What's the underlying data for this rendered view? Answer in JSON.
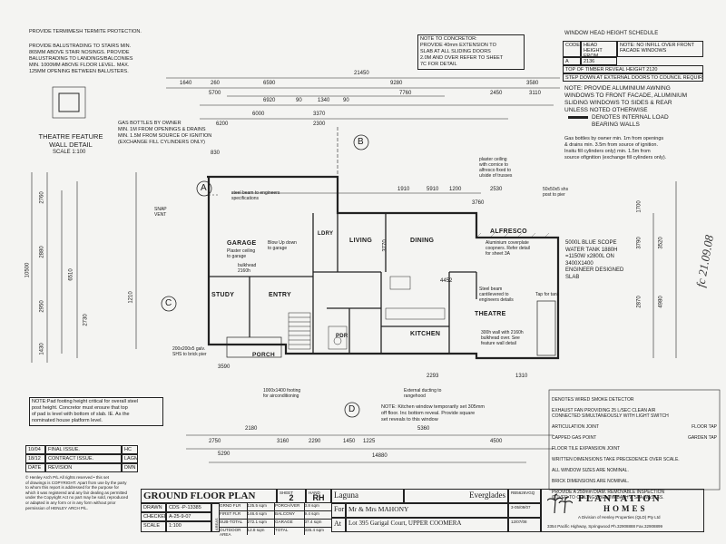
{
  "notes": {
    "termite": "PROVIDE TERMIMESH TERMITE PROTECTION.",
    "balustrade": "PROVIDE BALUSTRADING TO STAIRS MIN.\n865MM ABOVE STAIR NOSINGS. PROVIDE\nBALUSTRADING TO LANDINGS/BALCONIES\nMIN. 1000MM ABOVE FLOOR LEVEL. MAX.\n125MM OPENING BETWEEN BALUSTERS.",
    "concretor": "NOTE TO CONCRETOR:\nPROVIDE 40mm EXTENSION TO\nSLAB AT ALL SLIDING DOORS\n2.0M AND OVER REFER TO SHEET\n7C FOR DETAIL",
    "gas_bottles": "GAS BOTTLES BY OWNER\nMIN. 1M FROM OPENINGS & DRAINS\nMIN. 1.5M FROM SOURCE OF IGNITION\n(EXCHANGE FILL CYLINDERS ONLY)",
    "awning": "NOTE: PROVIDE ALUMINIUM AWNING\nWINDOWS TO FRONT FACADE, ALUMINIUM\nSLIDING WINDOWS TO SIDES & REAR\nUNLESS NOTED OTHERWISE",
    "load_bearing": "DENOTES INTERNAL LOAD\nBEARING WALLS",
    "gas_right": "Gas bottles by owner min. 1m from openings\n& drains min. 3.5m from source of ignition.\nInsitu fill cylinders only) min. 1.5m from\nsource ofignition (exchange fill cylinders only).",
    "footing": "NOTE:Pad footing height critical for overall steel\npost height. Concretor must ensure that top\nof pad is level with bottom of slab. IE. As the\nnominated house platform level.",
    "kitchen": "NOTE: Kitchen window temporarily set 305mm\noff floor. Inc bottom reveal. Provide square\nset reveals to this window",
    "tank": "5000L BLUE SCOPE\nWATER TANK 1880H\n=1150W x2800L ON\n3400X1400\nENGINEER DESIGNED\nSLAB",
    "theatre_detail_title": "THEATRE FEATURE\nWALL DETAIL",
    "theatre_detail_scale": "SCALE 1:100",
    "copyright": "© Henley Arch P/L   All rights reserved • this set\nof drawings is COPYRIGHT. Apart from use by the party\nto whom this report is addressed for the purpose for\nwhich it was registered and any fair dealing as permitted\nunder the Copyright Act no part may be sold, reproduced\nor adapted in any form or in any form without prior\npermission of HENLEY ARCH P/L."
  },
  "window_schedule": {
    "title": "WINDOW HEAD HEIGHT SCHEDULE",
    "col_code": "CODE",
    "col_head": "HEAD HEIGHT\nFROM FLOOR",
    "col_note": "NOTE: NO INFILL OVER FRONT\nFACADE WINDOWS",
    "row_code": "A",
    "row_value": "2136",
    "timber_reveal": "TOP OF TIMBER REVEAL HEIGHT 2120",
    "step_down": "STEP DOWN AT EXTERNAL DOORS TO COUNCIL REQUIREMENTS"
  },
  "rooms": {
    "garage": "GARAGE",
    "study": "STUDY",
    "entry": "ENTRY",
    "porch": "PORCH",
    "living": "LIVING",
    "dining": "DINING",
    "alfresco": "ALFRESCO",
    "theatre": "THEATRE",
    "kitchen": "KITCHEN",
    "ldry": "LDRY",
    "pdr": "PDR"
  },
  "grid_markers": [
    "A",
    "B",
    "C",
    "D"
  ],
  "dims_top": {
    "overall": "21450",
    "a": "1640",
    "b": "260",
    "c": "6590",
    "d": "9280",
    "e": "3580",
    "f": "5700",
    "g": "7760",
    "h": "2450",
    "i": "3110",
    "j": "6920",
    "k": "90",
    "l": "1340",
    "m": "90",
    "n": "6000",
    "o": "3370",
    "p": "6200",
    "q": "2300",
    "r": "5910",
    "s": "2530",
    "t": "1200",
    "u": "830",
    "v": "1910",
    "w": "3760"
  },
  "dims_bottom": {
    "overall": "14880",
    "a": "2750",
    "b": "3160",
    "c": "2290",
    "d": "1450",
    "e": "1225",
    "f": "4500",
    "g": "5290",
    "h": "3590",
    "i": "2293",
    "j": "1310",
    "k": "5360",
    "l": "2180"
  },
  "dims_left": {
    "overall": "10500",
    "a": "2760",
    "b": "2880",
    "c": "2950",
    "d": "1430",
    "e": "6510",
    "f": "2730",
    "g": "1210"
  },
  "dims_right": {
    "a": "3520",
    "b": "3790",
    "c": "4980",
    "d": "2870",
    "e": "1700"
  },
  "annotations": {
    "steel_beam": "steel beam to engineers\nspecifications",
    "blow_up": "Blow Up down\nto garage",
    "plaster_ceiling": "Plaster ceiling\nto garage",
    "bulkhead_2160": "bulkhead\n2160h",
    "snap_vent": "SNAP\nVENT",
    "posts": "200x200x5 galv.\nSHS to brick pier",
    "footing_size": "1000x1400 footing\nfor airconditioning",
    "external_ducting": "External ducting to\nrangehood",
    "steel_beam_2": "Steel beam\ncantilevered to\nengineers details",
    "bulkhead_theatre": "300h wall with 2160h\nbulkhead over. See\nfeature wall detail",
    "plaster_cornice": "plaster ceiling\nwith cornice to\nalfresco fixed to\nu/side of trusses",
    "aluminium": "Aluminium coverplate\ncoopners. Refer detail\nfor sheet 3A",
    "post": "50x50x5 shs\npost to pier",
    "tap": "Tap for tank",
    "stud": "4452",
    "tank_dim": "3770"
  },
  "legend": {
    "smoke": "DENOTES WIRED SMOKE DETECTOR",
    "exhaust": "EXHAUST FAN PROVIDING 25 L/SEC CLEAN AIR\nCONNECTED SIMULTANEOUSLY WITH LIGHT SWITCH",
    "articulation": "ARTICULATION JOINT",
    "floor_tap": "FLOOR TAP",
    "capped_gas": "CAPPED GAS POINT",
    "garden_tap": "GARDEN TAP",
    "tile_expansion": "FLOOR TILE EXPANSION JOINT",
    "written_dims": "WRITTEN DIMENSIONS TAKE PRECEDENCE OVER SCALE.",
    "window_sizes": "ALL WINDOW SIZES ARE NOMINAL.",
    "brick_dims": "BRICK DIMENSIONS ARE NOMINAL.",
    "removable": "PROVIDE A 250mm DIAM. REMOVABLE INSPECTION\nCOVER TO CEILINGS BELOW BATH & SPA WASTES."
  },
  "issues": {
    "rows": [
      {
        "date": "10/04",
        "label": "FINAL ISSUE.",
        "by": "HC"
      },
      {
        "date": "18/12",
        "label": "CONTRACT ISSUE.",
        "by": "LAGM"
      }
    ],
    "col_date": "DATE",
    "col_rev": "REVISION",
    "col_dmn": "DMN"
  },
  "title_block": {
    "plan_title": "GROUND FLOOR PLAN",
    "sheet_label": "SHEET",
    "sheet_no": "2",
    "hand_label": "HAND",
    "hand": "RH",
    "design": "Laguna",
    "facade": "Everglades",
    "for_label": "For",
    "client": "Mr & Mrs MAHONY",
    "at_label": "At",
    "address": "Lot 395 Garigal Court, UPPER COOMERA",
    "drawn_label": "DRAWN",
    "drawn": "CDS -P-13385",
    "checked_label": "CHECKED",
    "checked": "A-25-9-07",
    "scale_label": "SCALE",
    "scale": "1:100",
    "areas_label": "AREAS",
    "area_rows": [
      {
        "k": "GRND FLR",
        "v": "125.5 sqm",
        "k2": "PORCH/VER",
        "v2": "3.8 sqm"
      },
      {
        "k": "FIRST FLR",
        "v": "146.6 sqm",
        "k2": "BALCONY",
        "v2": "9.4 sqm"
      },
      {
        "k": "SUB-TOTAL",
        "v": "272.1 sqm",
        "k2": "GARAGE",
        "v2": "37.4 sqm"
      },
      {
        "k": "OUTDOOR AREA",
        "v": "12.8 sqm",
        "k2": "TOTAL",
        "v2": "335.4 sqm"
      }
    ],
    "job_no": "RB5626VGQ",
    "date": "3-05/09/07",
    "date2": "12/07/08",
    "company_line1": "PLANTATION",
    "company_line2": "HOMES",
    "company_sub": "A Division of Henley Properties (QLD) Pty Ltd",
    "company_addr": "3354 Pacific Highway, Springwood Ph.32908888 Fax.32908899"
  },
  "signature": "fc 21.09.08"
}
